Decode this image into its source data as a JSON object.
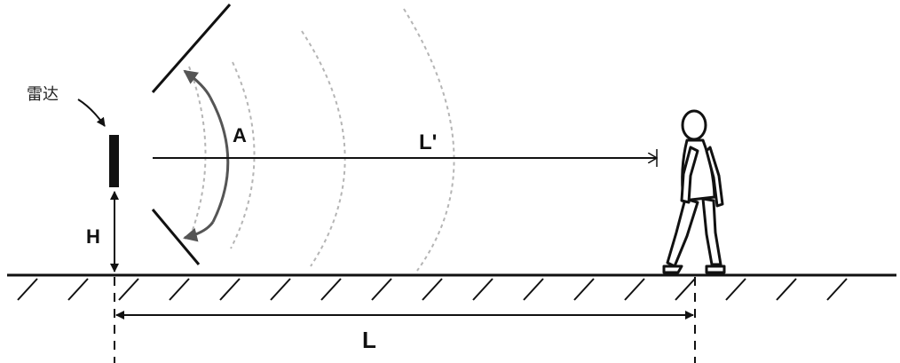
{
  "labels": {
    "radar": "雷达",
    "beam_angle": "A",
    "slant_distance": "L'",
    "height": "H",
    "ground_distance": "L"
  },
  "colors": {
    "ink": "#111111",
    "wave_arc": "#b5b5b5",
    "angle_arc": "#555555",
    "background": "#ffffff"
  },
  "icons": {
    "radar": "radar-device-icon",
    "person": "walking-person-icon"
  }
}
